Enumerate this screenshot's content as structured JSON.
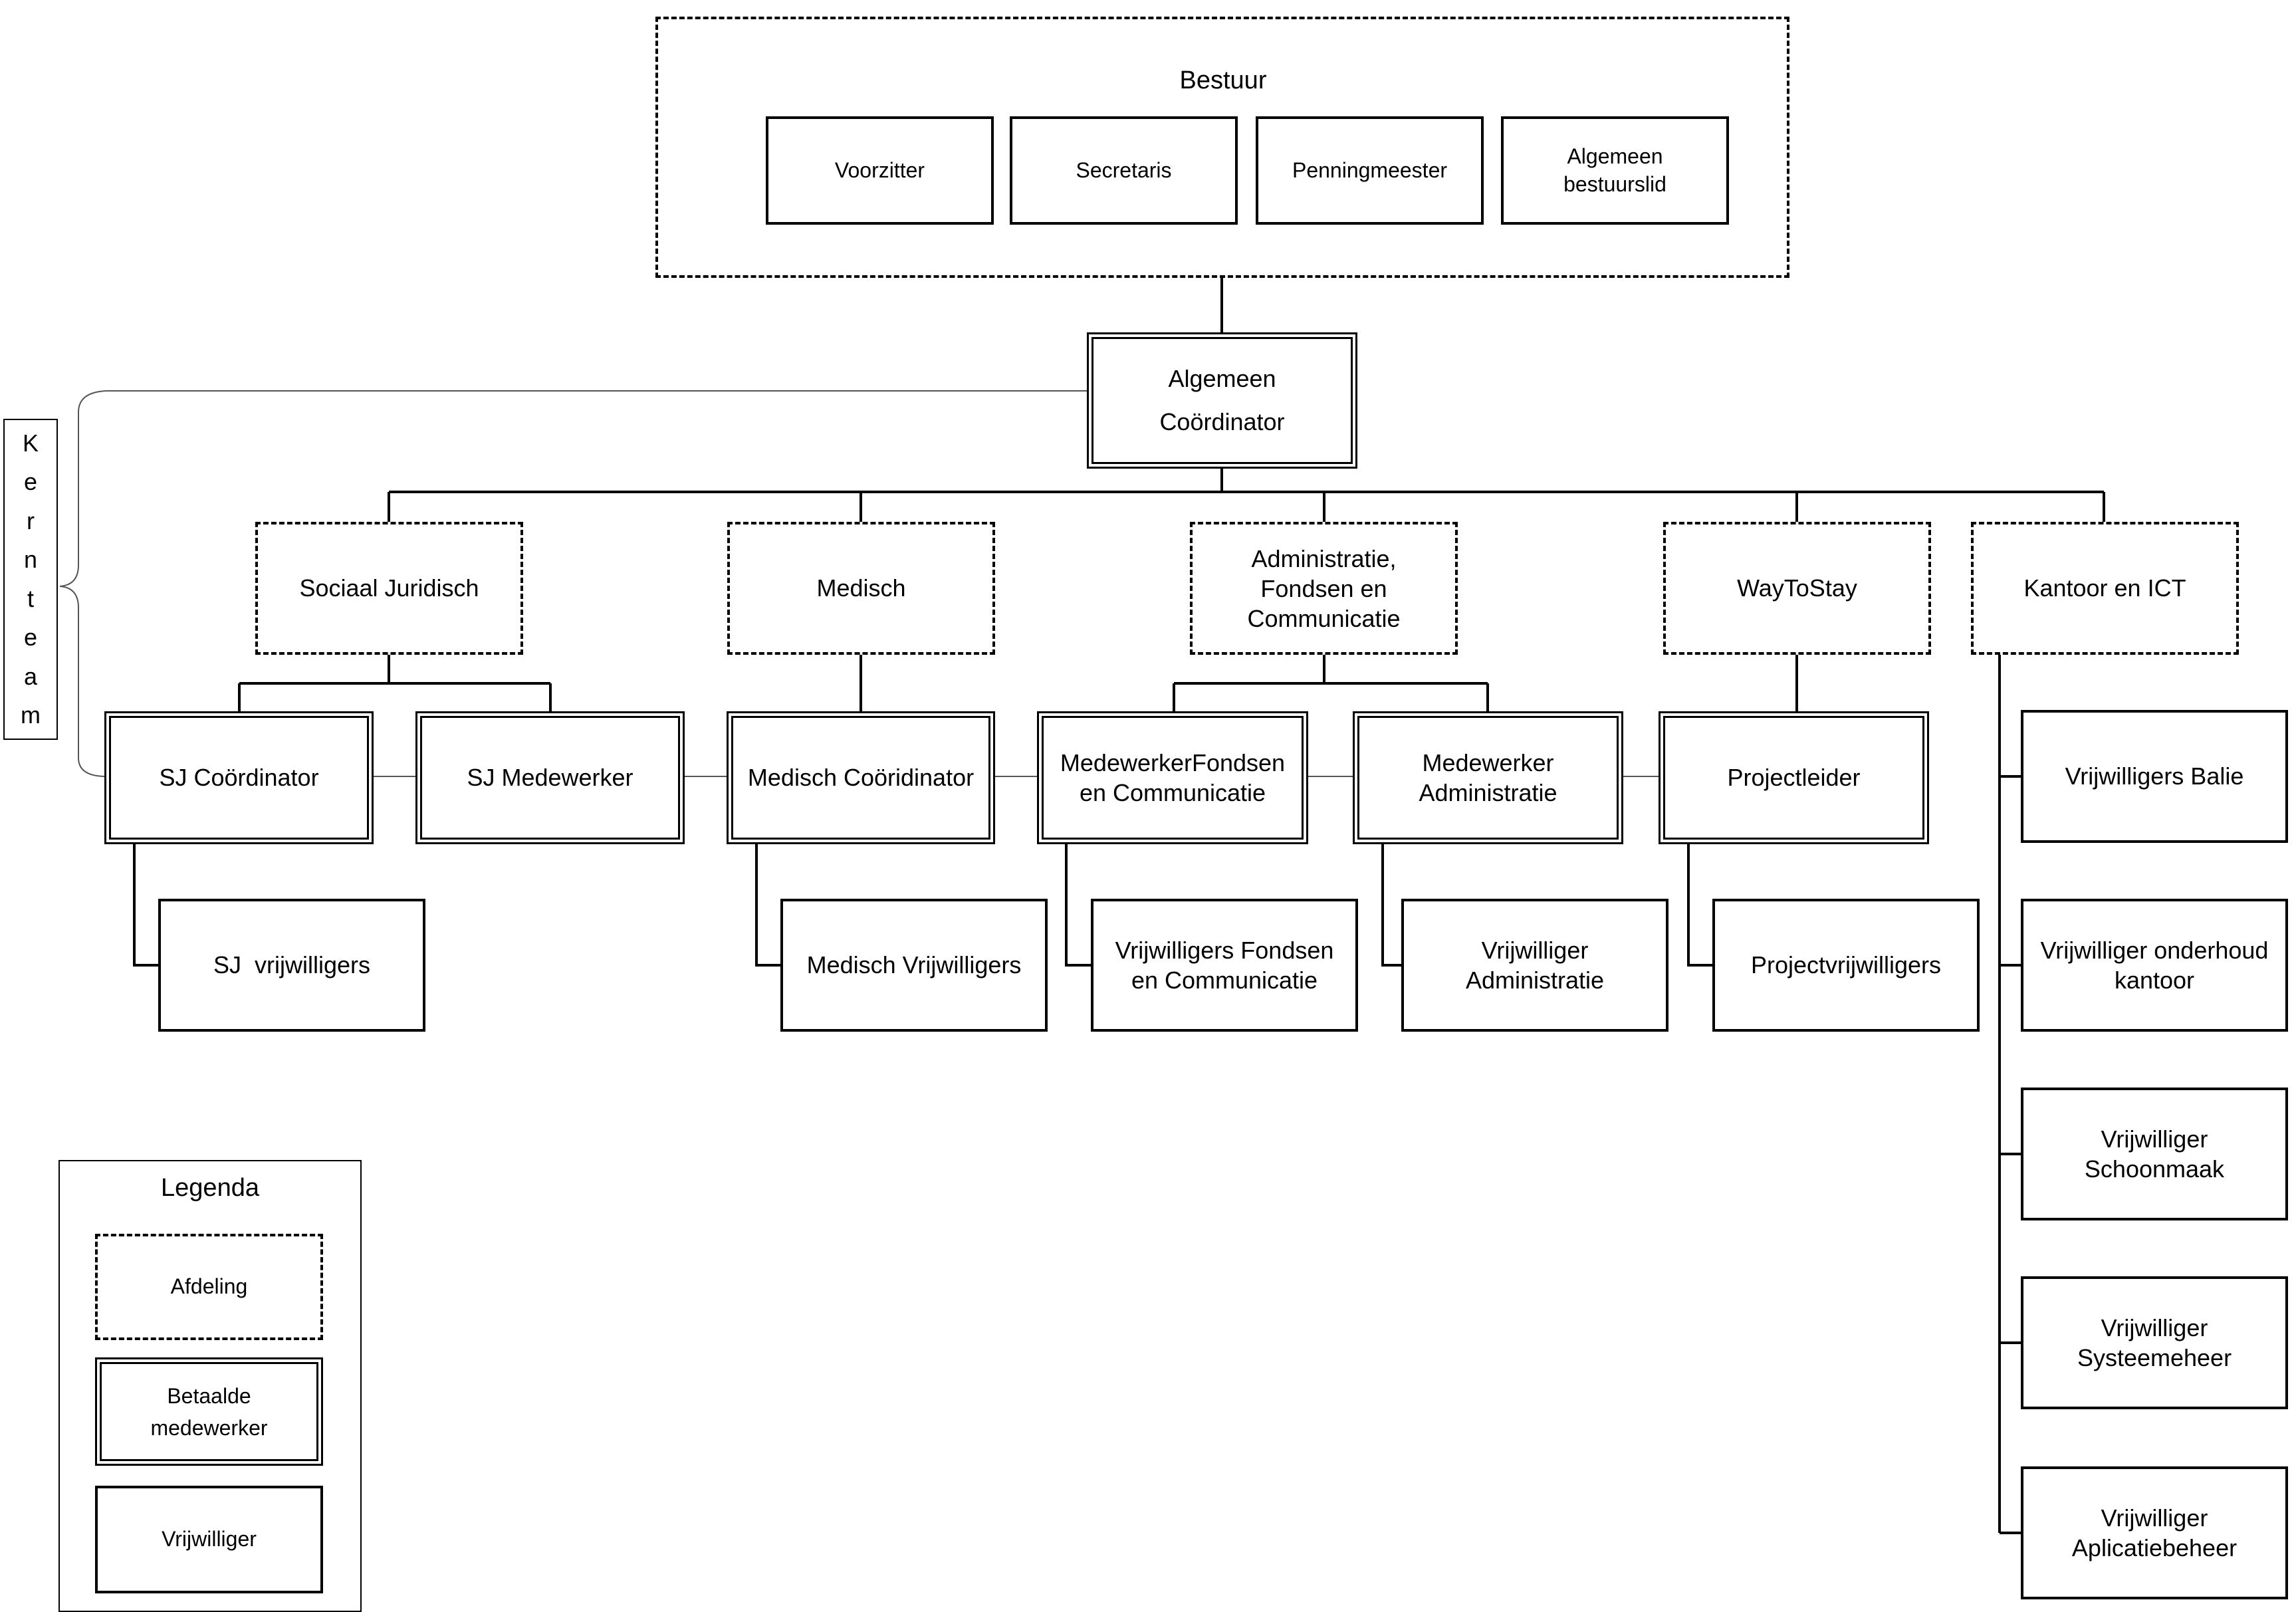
{
  "board": {
    "title": "Bestuur",
    "members": [
      "Voorzitter",
      "Secretaris",
      "Penningmeester",
      "Algemeen bestuurslid"
    ]
  },
  "coordinator": "Algemeen Coördinator",
  "core_team": "Kernteam",
  "departments": {
    "sj": "Sociaal Juridisch",
    "medisch": "Medisch",
    "admin": "Administratie, Fondsen en Communicatie",
    "waytostay": "WayToStay",
    "kantoor": "Kantoor en ICT"
  },
  "paid_staff": {
    "sj_coordinator": "SJ Coördinator",
    "sj_medewerker": "SJ Medewerker",
    "medisch_coordinator": "Medisch Coöridinator",
    "medewerker_fondsen": "MedewerkerFondsen en Communicatie",
    "medewerker_admin": "Medewerker Administratie",
    "projectleider": "Projectleider"
  },
  "volunteers": {
    "sj": "SJ  vrijwilligers",
    "medisch": "Medisch Vrijwilligers",
    "fondsen": "Vrijwilligers Fondsen en Communicatie",
    "admin": "Vrijwilliger Administratie",
    "project": "Projectvrijwilligers",
    "balie": "Vrijwilligers Balie",
    "onderhoud": "Vrijwilliger onderhoud kantoor",
    "schoonmaak": "Vrijwilliger Schoonmaak",
    "systeem": "Vrijwilliger Systeemeheer",
    "applicatie": "Vrijwilliger Aplicatiebeheer"
  },
  "legend": {
    "title": "Legenda",
    "department": "Afdeling",
    "paid": "Betaalde medewerker",
    "volunteer": "Vrijwilliger"
  }
}
